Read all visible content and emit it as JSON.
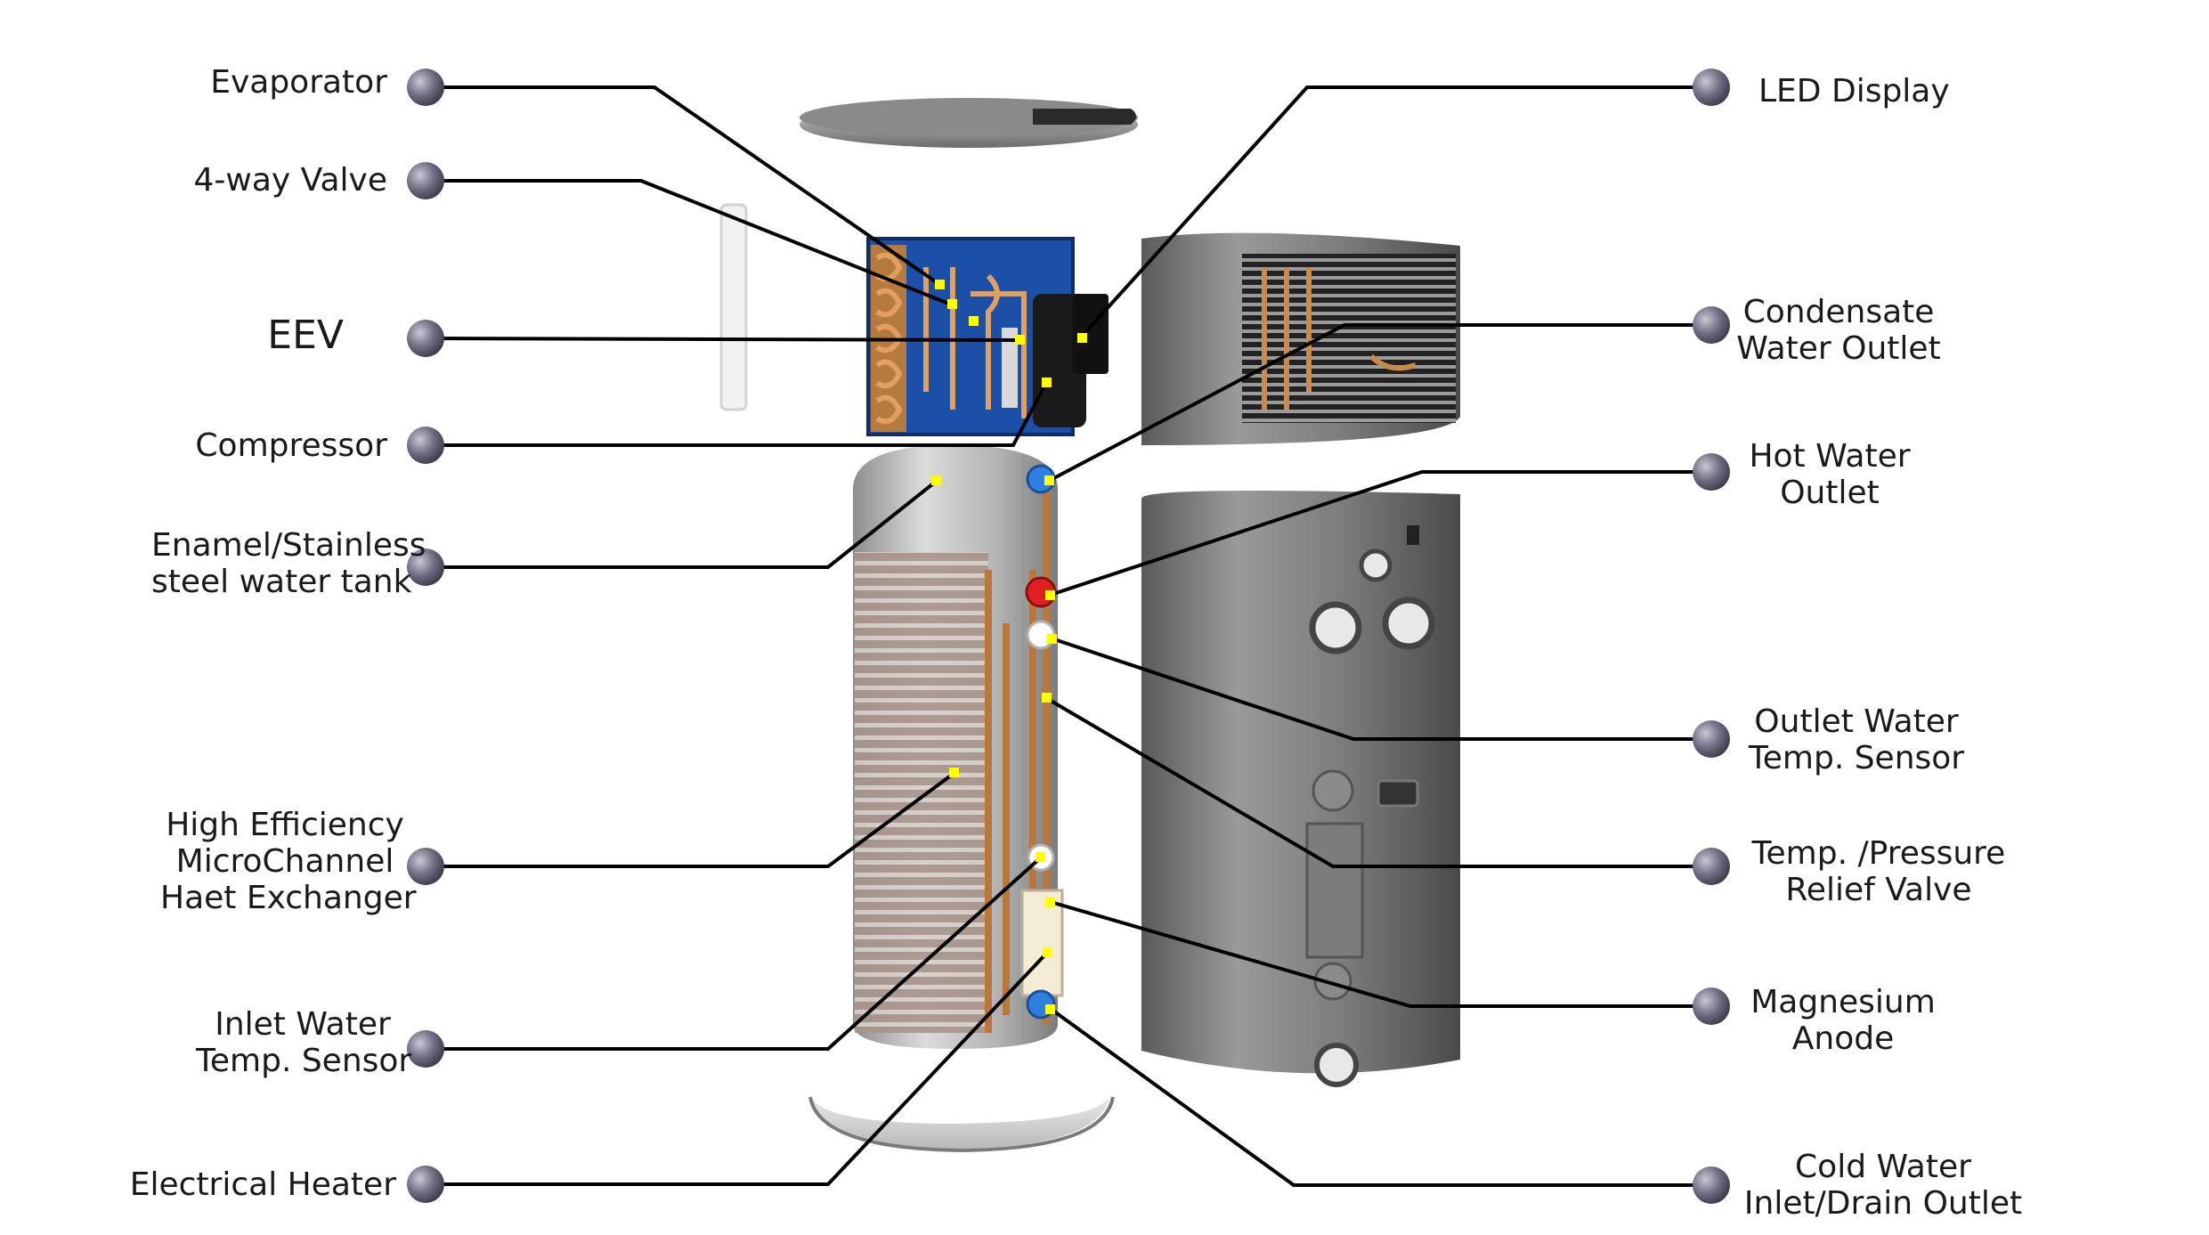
{
  "diagram": {
    "left_callouts": [
      {
        "id": "evaporator",
        "lines": [
          "Evaporator"
        ]
      },
      {
        "id": "four-way-valve",
        "lines": [
          "4-way Valve"
        ]
      },
      {
        "id": "eev",
        "lines": [
          "EEV"
        ]
      },
      {
        "id": "compressor",
        "lines": [
          "Compressor"
        ]
      },
      {
        "id": "water-tank",
        "lines": [
          "Enamel/Stainless",
          "steel water tank"
        ]
      },
      {
        "id": "heat-exchanger",
        "lines": [
          "High Efficiency",
          "MicroChannel",
          "Haet Exchanger"
        ]
      },
      {
        "id": "inlet-temp-sensor",
        "lines": [
          "Inlet Water",
          "Temp. Sensor"
        ]
      },
      {
        "id": "electrical-heater",
        "lines": [
          "Electrical Heater"
        ]
      }
    ],
    "right_callouts": [
      {
        "id": "led-display",
        "lines": [
          "LED Display"
        ]
      },
      {
        "id": "condensate-outlet",
        "lines": [
          "Condensate",
          "Water Outlet"
        ]
      },
      {
        "id": "hot-water-outlet",
        "lines": [
          "Hot Water",
          "Outlet"
        ]
      },
      {
        "id": "outlet-temp-sensor",
        "lines": [
          "Outlet Water",
          "Temp. Sensor"
        ]
      },
      {
        "id": "relief-valve",
        "lines": [
          "Temp. /Pressure",
          "Relief Valve"
        ]
      },
      {
        "id": "magnesium-anode",
        "lines": [
          "Magnesium",
          "Anode"
        ]
      },
      {
        "id": "cold-water-inlet",
        "lines": [
          "Cold Water",
          "Inlet/Drain Outlet"
        ]
      }
    ],
    "colors": {
      "leader_line": "#000000",
      "bullet": "#6e6d82",
      "point_marker": "#ffff00",
      "board": "#1c4fa8",
      "casing": "#7a7a7a",
      "tank": "#bfbfbf",
      "copper": "#c98a4e",
      "hot_port": "#e02020",
      "cold_port": "#2f7fe0"
    }
  }
}
